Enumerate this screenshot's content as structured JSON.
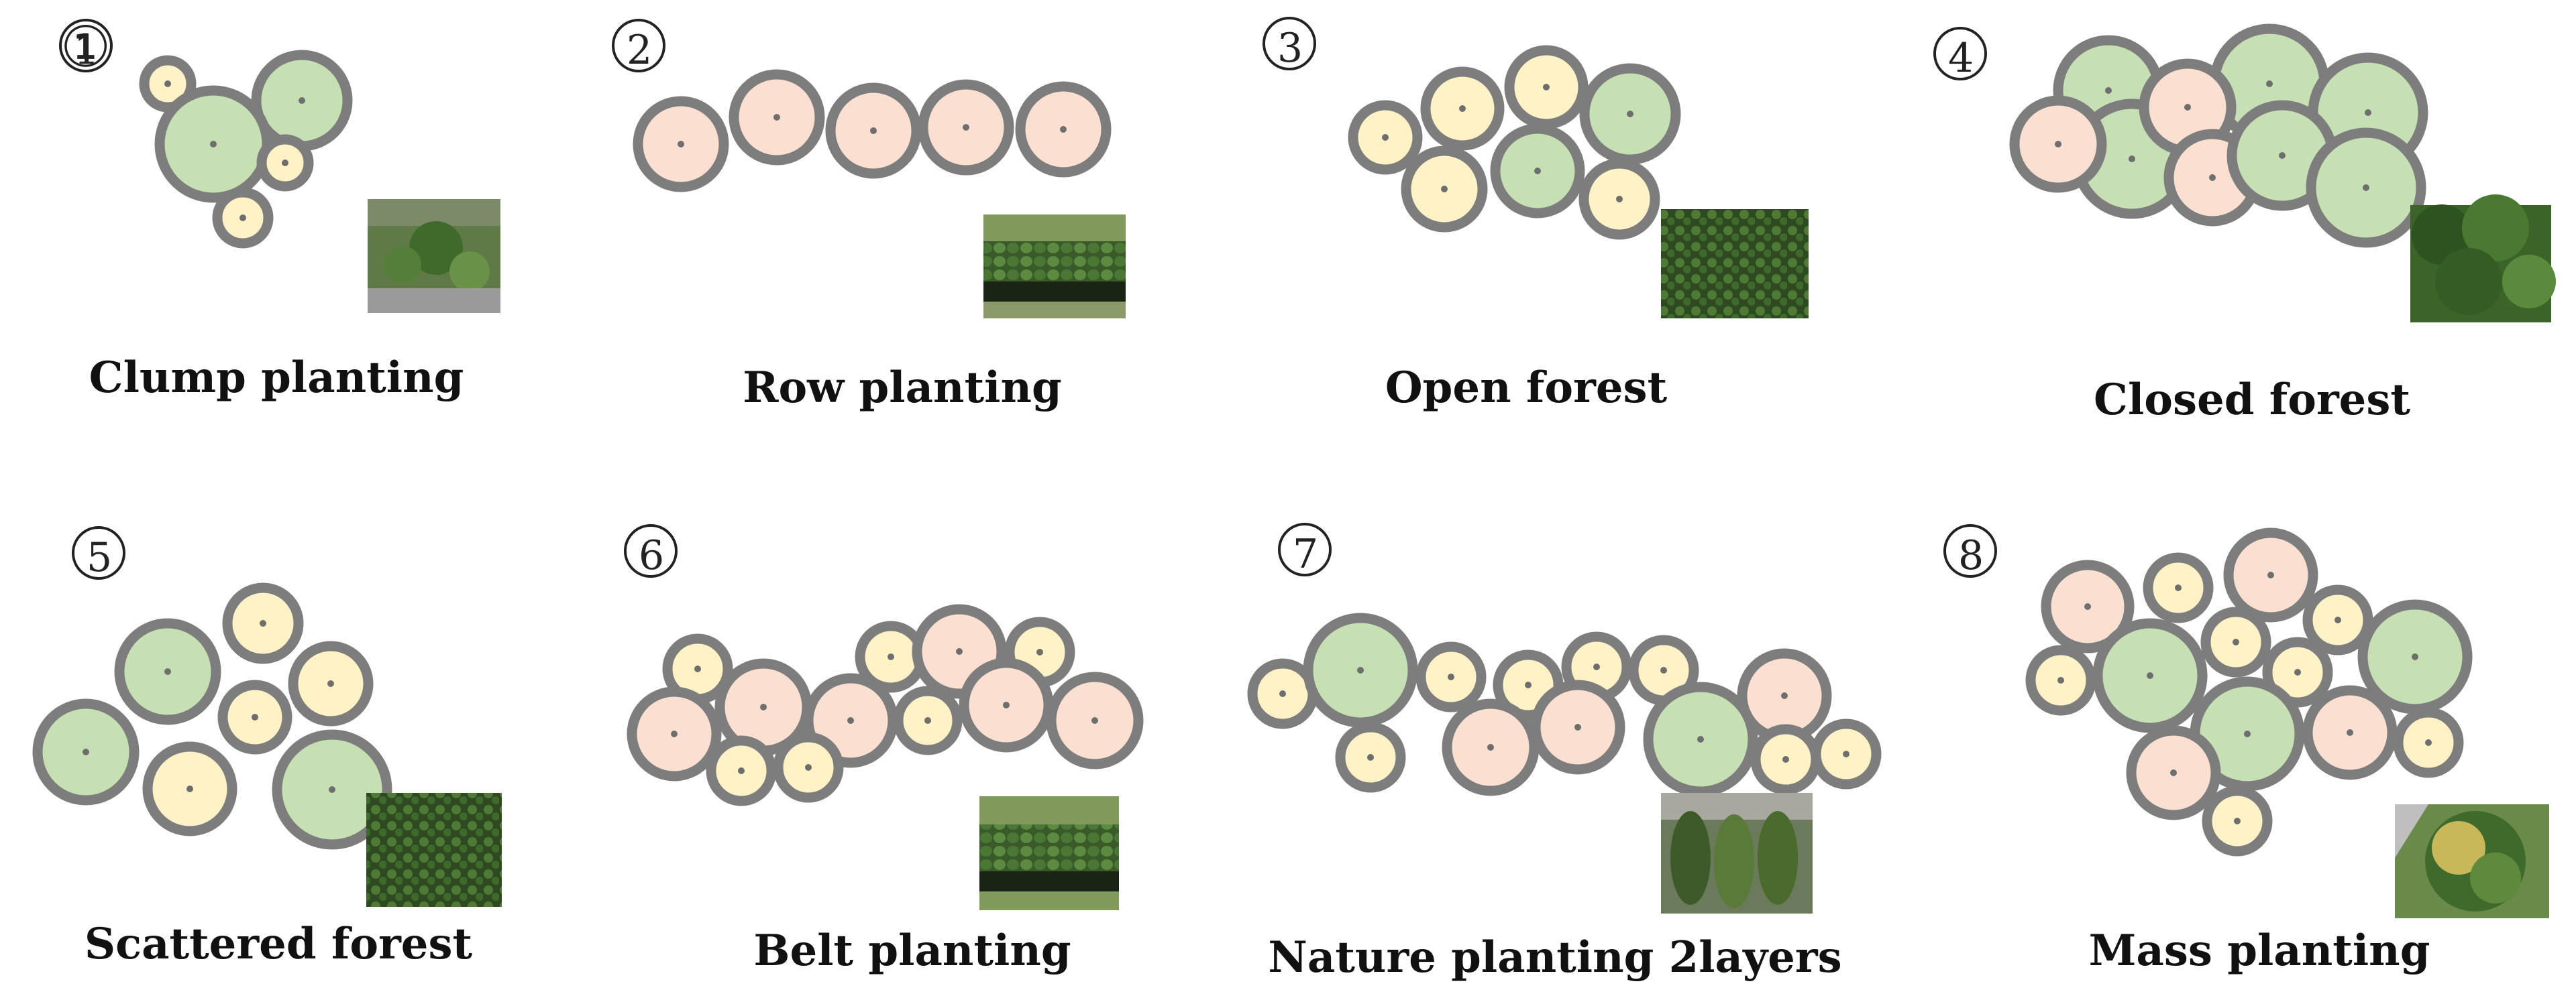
{
  "colors": {
    "green": "#c6e0b4",
    "pink": "#fbe0d2",
    "yellow": "#fff2c6",
    "outline": "#7d7d7d"
  },
  "panels": [
    {
      "number": "①",
      "label": "Clump planting",
      "photo": "aerial-photo-clump"
    },
    {
      "number": "②",
      "label": "Row planting",
      "photo": "aerial-photo-row"
    },
    {
      "number": "③",
      "label": "Open forest",
      "photo": "aerial-photo-open-forest"
    },
    {
      "number": "④",
      "label": "Closed forest",
      "photo": "aerial-photo-closed-forest"
    },
    {
      "number": "⑤",
      "label": "Scattered forest",
      "photo": "aerial-photo-scattered-forest"
    },
    {
      "number": "⑥",
      "label": "Belt planting",
      "photo": "aerial-photo-belt"
    },
    {
      "number": "⑦",
      "label": "Nature planting 2layers",
      "photo": "aerial-photo-nature"
    },
    {
      "number": "⑧",
      "label": "Mass planting",
      "photo": "aerial-photo-mass"
    }
  ]
}
